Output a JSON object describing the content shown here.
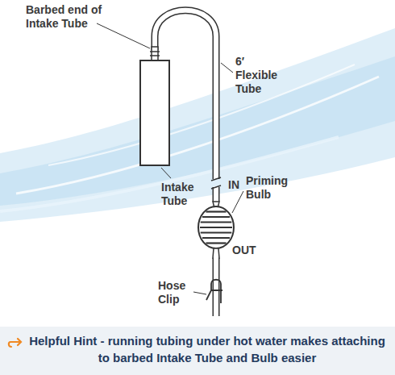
{
  "diagram": {
    "caption": "Helpful Hint - running tubing under hot water makes attaching to barbed Intake Tube and Bulb easier",
    "labels": [
      "Barbed end of Intake Tube",
      "6′ Flexible Tube",
      "IN",
      "Priming Bulb",
      "Intake Tube",
      "OUT",
      "Hose Clip"
    ]
  }
}
